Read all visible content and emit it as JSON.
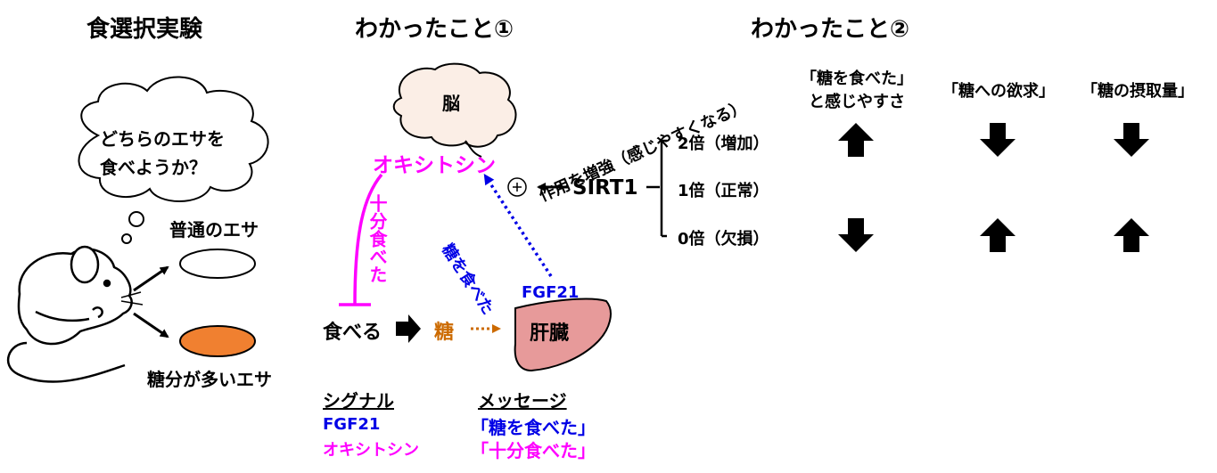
{
  "colors": {
    "magenta": "#ff00ff",
    "blue": "#0000e6",
    "orange": "#cc6a00",
    "brain_fill": "#fbeee6",
    "liver_fill": "#e79a9a",
    "food_orange": "#f08030"
  },
  "left": {
    "title": "食選択実験",
    "bubble_line1": "どちらのエサを",
    "bubble_line2": "食べようか？",
    "normal_food": "普通のエサ",
    "sugar_food": "糖分が多いエサ"
  },
  "middle": {
    "title": "わかったこと①",
    "brain": "脳",
    "oxytocin": "オキシトシン",
    "eat": "食べる",
    "sugar": "糖",
    "liver": "肝臓",
    "fgf21": "FGF21",
    "full_label": "十分食べた",
    "ate_sugar_label": "糖を食べた",
    "enhance_label": "作用を増強（感じやすくなる）",
    "sirt1": "SIRT1",
    "signal_header": "シグナル",
    "message_header": "メッセージ",
    "signal_1": "FGF21",
    "signal_2": "オキシトシン",
    "message_1": "「糖を食べた」",
    "message_2": "「十分食べた」"
  },
  "right": {
    "title": "わかったこと②",
    "levels": [
      "2倍（増加）",
      "1倍（正常）",
      "0倍（欠損）"
    ],
    "col1_line1": "「糖を食べた」",
    "col1_line2": "と感じやすさ",
    "col2": "「糖への欲求」",
    "col3": "「糖の摂取量」",
    "rows": [
      {
        "level": "2倍（増加）",
        "arrows": [
          "up",
          "down",
          "down"
        ]
      },
      {
        "level": "1倍（正常）",
        "arrows": []
      },
      {
        "level": "0倍（欠損）",
        "arrows": [
          "down",
          "up",
          "up"
        ]
      }
    ]
  }
}
